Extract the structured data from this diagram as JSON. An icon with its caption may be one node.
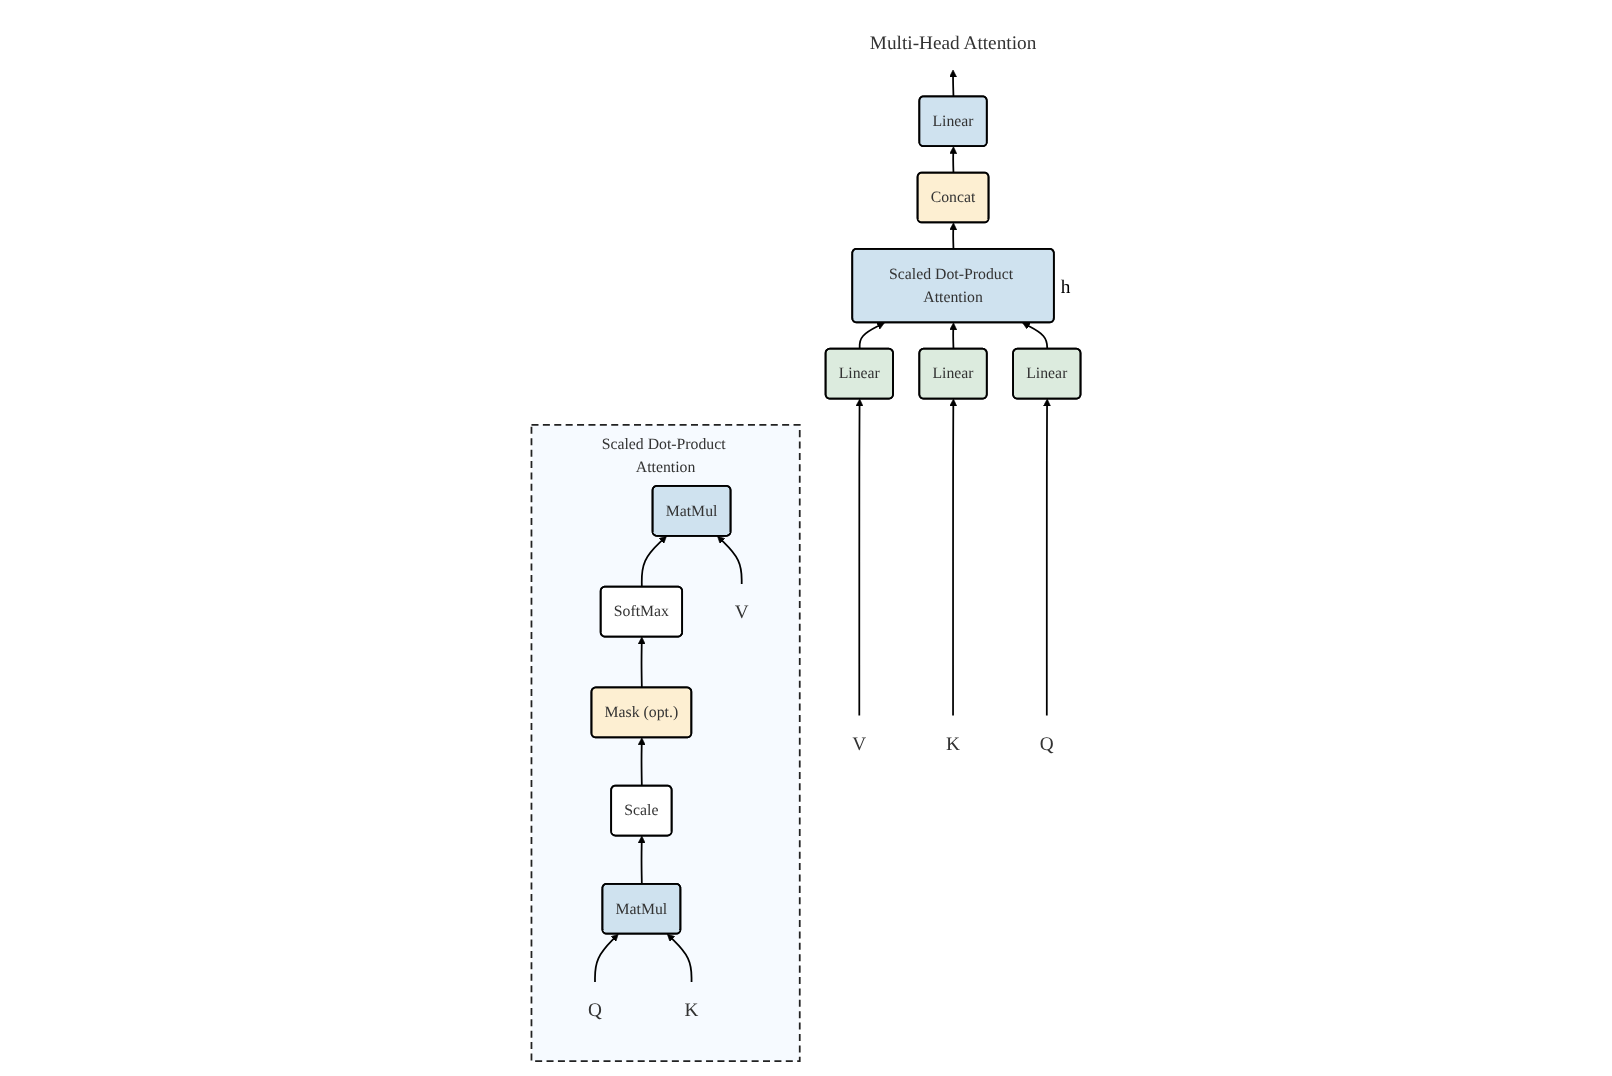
{
  "diagram": {
    "nodes": [
      {
        "text": [
          "Multi-Head Attention"
        ]
      },
      {
        "text": [
          "Linear"
        ]
      },
      {
        "text": [
          "Concat"
        ]
      },
      {
        "text": [
          "Scaled Dot-Product Attention"
        ],
        "beside": [
          "h"
        ]
      },
      {
        "text": [
          "Linear"
        ]
      },
      {
        "text": [
          "Linear"
        ]
      },
      {
        "text": [
          "Linear"
        ]
      },
      {
        "text": [
          "V"
        ]
      },
      {
        "text": [
          "K"
        ]
      },
      {
        "text": [
          "Q"
        ]
      },
      {
        "text": [
          "Scaled Dot-Product Attention"
        ]
      },
      {
        "text": [
          "MatMul"
        ],
        "in": 10
      },
      {
        "text": [
          "SoftMax"
        ],
        "in": 10
      },
      {
        "text": [
          "Mask (opt.)"
        ],
        "in": 10
      },
      {
        "text": [
          "Scale"
        ],
        "in": 10
      },
      {
        "text": [
          "MatMul"
        ],
        "in": 10
      },
      {
        "text": [
          "Q"
        ],
        "in": 10
      },
      {
        "text": [
          "K"
        ],
        "in": 10
      },
      {
        "text": [
          "V"
        ],
        "in": 10
      }
    ],
    "edges": [
      {
        "from": 1,
        "to": 0,
        "arrow": "to"
      },
      {
        "from": 2,
        "to": 1,
        "arrow": "to"
      },
      {
        "from": 3,
        "to": 2,
        "arrow": "to"
      },
      {
        "from": 4,
        "to": 3,
        "arrow": "to"
      },
      {
        "from": 5,
        "to": 3,
        "arrow": "to"
      },
      {
        "from": 6,
        "to": 3,
        "arrow": "to"
      },
      {
        "from": 7,
        "to": 4,
        "arrow": "to"
      },
      {
        "from": 8,
        "to": 5,
        "arrow": "to"
      },
      {
        "from": 9,
        "to": 6,
        "arrow": "to"
      },
      {
        "from": 12,
        "to": 11,
        "arrow": "to"
      },
      {
        "from": 13,
        "to": 12,
        "arrow": "to"
      },
      {
        "from": 14,
        "to": 13,
        "arrow": "to"
      },
      {
        "from": 15,
        "to": 14,
        "arrow": "to"
      },
      {
        "from": 16,
        "to": 15,
        "arrow": "to"
      },
      {
        "from": 17,
        "to": 15,
        "arrow": "to"
      },
      {
        "from": 18,
        "to": 11,
        "arrow": "to"
      }
    ]
  }
}
